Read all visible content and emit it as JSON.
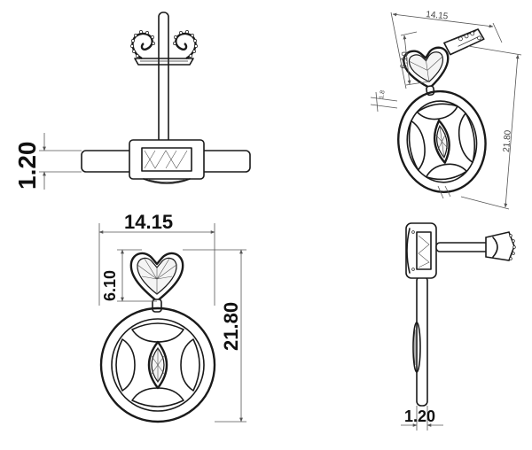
{
  "dimensions": {
    "side_view_thickness": "1.20",
    "front_width": "14.15",
    "front_heart_height": "6.10",
    "front_total_height": "21.80",
    "iso_width": "14.15",
    "iso_heart_height": "6.10",
    "iso_total_height": "21.80",
    "iso_small": "1.8",
    "profile_thickness": "1.20"
  },
  "colors": {
    "line": "#1a1a1a",
    "background": "#ffffff",
    "dimension_line": "#555555"
  }
}
